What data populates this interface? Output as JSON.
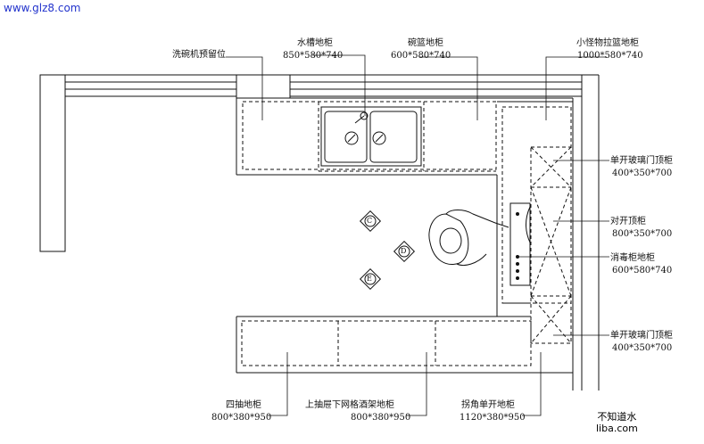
{
  "site_url": "www.glz8.com",
  "watermark": {
    "line1": "不知道水",
    "line2": "liba.com"
  },
  "labels": {
    "dishwasher": {
      "name": "洗碗机预留位"
    },
    "sink": {
      "name": "水槽地柜",
      "size": "850*580*740"
    },
    "bowl": {
      "name": "碗篮地柜",
      "size": "600*580*740"
    },
    "basket": {
      "name": "小怪物拉篮地柜",
      "size": "1000*580*740"
    },
    "glass_top": {
      "name": "单开玻璃门顶柜",
      "size": "400*350*700"
    },
    "double_top": {
      "name": "对开顶柜",
      "size": "800*350*700"
    },
    "steril": {
      "name": "消毒柜地柜",
      "size": "600*580*740"
    },
    "glass_top2": {
      "name": "单开玻璃门顶柜",
      "size": "400*350*700"
    },
    "drawer": {
      "name": "四抽地柜",
      "size": "800*380*950"
    },
    "wine": {
      "name": "上抽屉下网格酒架地柜",
      "size": "800*380*950"
    },
    "corner": {
      "name": "拐角单开地柜",
      "size": "1120*380*950"
    }
  },
  "markers": {
    "c": "C",
    "d": "D",
    "e": "E"
  }
}
